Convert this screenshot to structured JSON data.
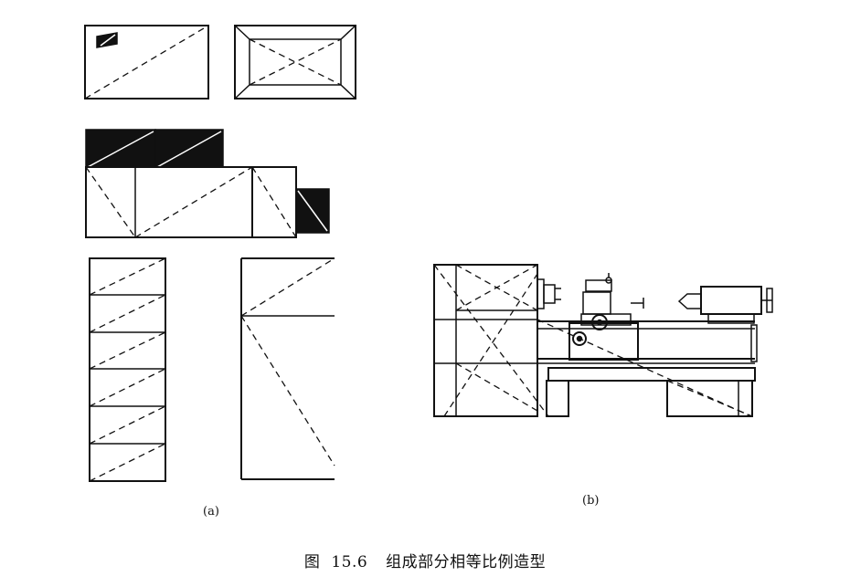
{
  "figure": {
    "label_a": "(a)",
    "label_b": "(b)",
    "caption_prefix": "图",
    "caption_number": "15.6",
    "caption_text": "组成部分相等比例造型"
  }
}
